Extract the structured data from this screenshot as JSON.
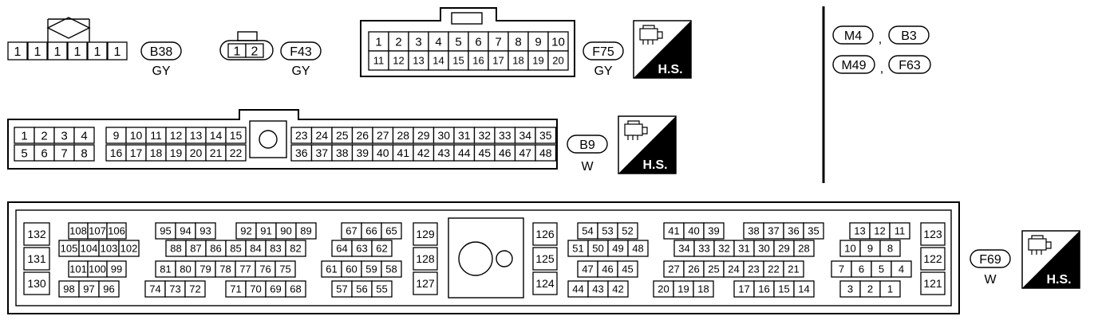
{
  "connectors": {
    "b38": {
      "pins": [
        "1",
        "1",
        "1",
        "1",
        "1",
        "1"
      ],
      "label": "B38",
      "color": "GY"
    },
    "f43": {
      "pins": [
        "1",
        "2"
      ],
      "label": "F43",
      "color": "GY"
    },
    "f75": {
      "row1": [
        "1",
        "2",
        "3",
        "4",
        "5",
        "6",
        "7",
        "8",
        "9",
        "10"
      ],
      "row2": [
        "11",
        "12",
        "13",
        "14",
        "15",
        "16",
        "17",
        "18",
        "19",
        "20"
      ],
      "label": "F75",
      "color": "GY",
      "hs_text": "H.S."
    },
    "b9": {
      "row1a": [
        "1",
        "2",
        "3",
        "4"
      ],
      "row1b": [
        "9",
        "10",
        "11",
        "12",
        "13",
        "14",
        "15"
      ],
      "row1c": [
        "23",
        "24",
        "25",
        "26",
        "27",
        "28",
        "29",
        "30",
        "31",
        "32",
        "33",
        "34",
        "35"
      ],
      "row2a": [
        "5",
        "6",
        "7",
        "8"
      ],
      "row2b": [
        "16",
        "17",
        "18",
        "19",
        "20",
        "21",
        "22"
      ],
      "row2c": [
        "36",
        "37",
        "38",
        "39",
        "40",
        "41",
        "42",
        "43",
        "44",
        "45",
        "46",
        "47",
        "48"
      ],
      "label": "B9",
      "color": "W",
      "hs_text": "H.S."
    },
    "f69": {
      "label": "F69",
      "color": "W",
      "hs_text": "H.S.",
      "col_left": [
        "132",
        "131",
        "130"
      ],
      "g1": {
        "r1": [
          "108",
          "107",
          "106"
        ],
        "r2": [
          "105",
          "104",
          "103",
          "102"
        ],
        "r3": [
          "101",
          "100",
          "99"
        ],
        "r4": [
          "98",
          "97",
          "96"
        ]
      },
      "g2": {
        "r1": [
          "95",
          "94",
          "93"
        ],
        "r1b": [
          "92",
          "91",
          "90",
          "89"
        ],
        "r2": [
          "88",
          "87",
          "86",
          "85",
          "84",
          "83",
          "82"
        ],
        "r3": [
          "81",
          "80",
          "79",
          "78",
          "77",
          "76",
          "75"
        ],
        "r4": [
          "74",
          "73",
          "72"
        ],
        "r4b": [
          "71",
          "70",
          "69",
          "68"
        ]
      },
      "g3": {
        "r1": [
          "67",
          "66",
          "65"
        ],
        "r2": [
          "64",
          "63",
          "62"
        ],
        "r3": [
          "61",
          "60",
          "59",
          "58"
        ],
        "r4": [
          "57",
          "56",
          "55"
        ]
      },
      "col_mid1": [
        "129",
        "128",
        "127"
      ],
      "col_mid2": [
        "126",
        "125",
        "124"
      ],
      "g4": {
        "r1": [
          "54",
          "53",
          "52"
        ],
        "r2": [
          "51",
          "50",
          "49",
          "48"
        ],
        "r3": [
          "47",
          "46",
          "45"
        ],
        "r4": [
          "44",
          "43",
          "42"
        ]
      },
      "g5": {
        "r1": [
          "41",
          "40",
          "39"
        ],
        "r1b": [
          "38",
          "37",
          "36",
          "35"
        ],
        "r2": [
          "34",
          "33",
          "32",
          "31",
          "30",
          "29",
          "28"
        ],
        "r3": [
          "27",
          "26",
          "25",
          "24",
          "23",
          "22",
          "21"
        ],
        "r4": [
          "20",
          "19",
          "18"
        ],
        "r4b": [
          "17",
          "16",
          "15",
          "14"
        ]
      },
      "g6": {
        "r1": [
          "13",
          "12",
          "11"
        ],
        "r2": [
          "10",
          "9",
          "8"
        ],
        "r3": [
          "7",
          "6",
          "5",
          "4"
        ],
        "r4": [
          "3",
          "2",
          "1"
        ]
      },
      "col_right": [
        "123",
        "122",
        "121"
      ]
    }
  },
  "legend": {
    "row1": [
      "M4",
      "B3"
    ],
    "row2": [
      "M49",
      "F63"
    ],
    "separator": ","
  }
}
